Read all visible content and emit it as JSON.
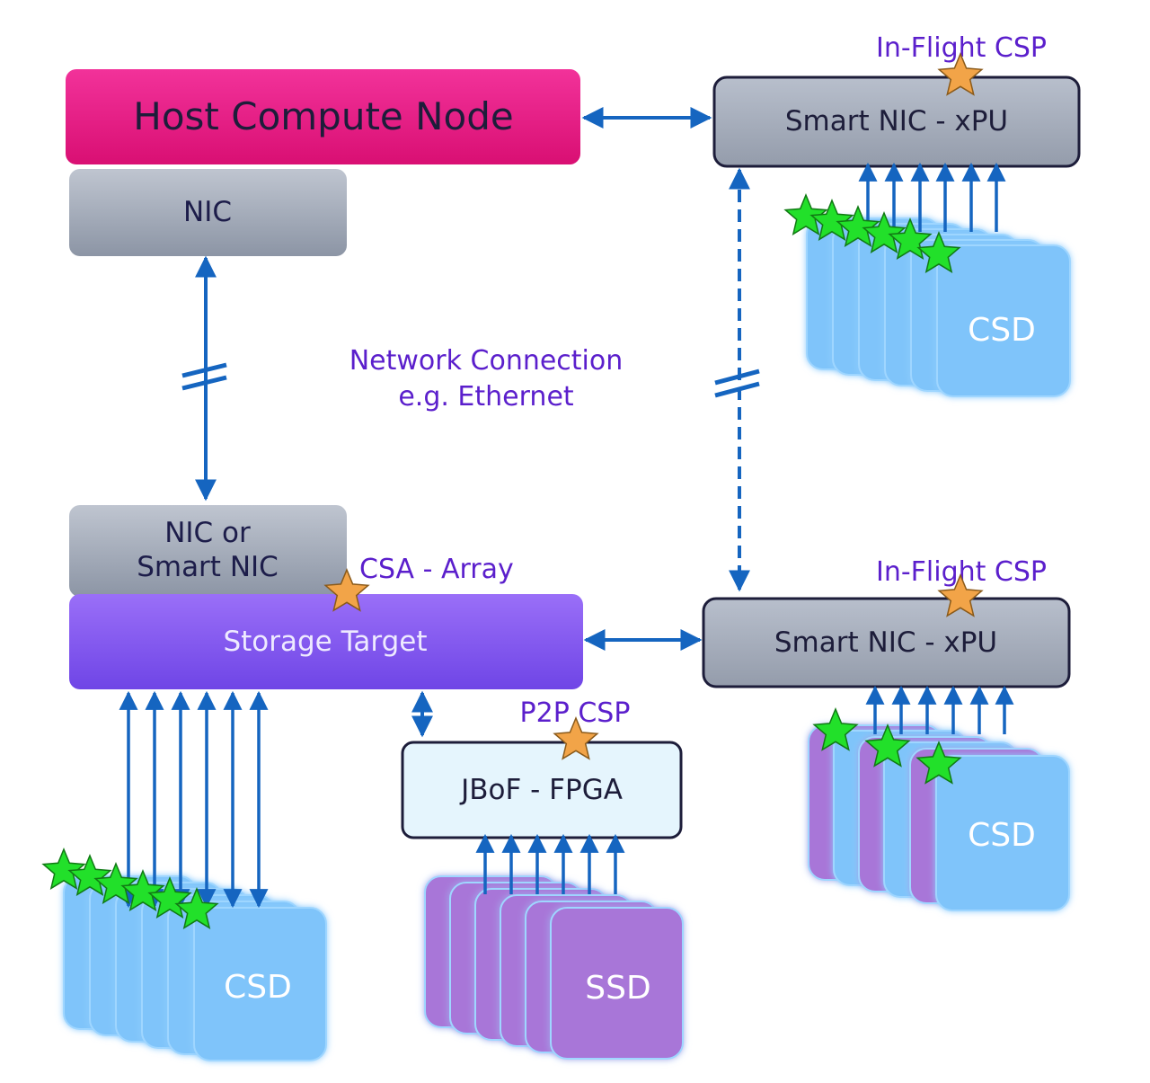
{
  "host": {
    "label": "Host Compute Node"
  },
  "nic": {
    "label": "NIC"
  },
  "target_nic": {
    "line1": "NIC or",
    "line2": "Smart NIC"
  },
  "storage_target": {
    "label": "Storage Target"
  },
  "csa_label": "CSA - Array",
  "network": {
    "line1": "Network Connection",
    "line2": "e.g. Ethernet"
  },
  "smartnic_top": {
    "label": "Smart NIC - xPU",
    "csp": "In-Flight CSP"
  },
  "smartnic_bottom": {
    "label": "Smart NIC - xPU",
    "csp": "In-Flight CSP"
  },
  "jbof": {
    "label": "JBoF - FPGA",
    "csp": "P2P CSP"
  },
  "csd_top_right": {
    "label": "CSD"
  },
  "csd_bottom_right": {
    "label": "CSD"
  },
  "csd_bottom_left": {
    "label": "CSD"
  },
  "ssd_stack": {
    "label": "SSD"
  },
  "colors": {
    "host": "#e0137a",
    "nic_gray": "#a3aab8",
    "storage_purple": "#7b4fee",
    "arrow_blue": "#1565c0",
    "label_purple": "#5b1fcc",
    "csd_blue": "#7fc4fa",
    "ssd_purple": "#a876d8",
    "jbof_fill": "#e5f5fd",
    "star_orange": "#f2a448",
    "star_green": "#22e02a"
  }
}
